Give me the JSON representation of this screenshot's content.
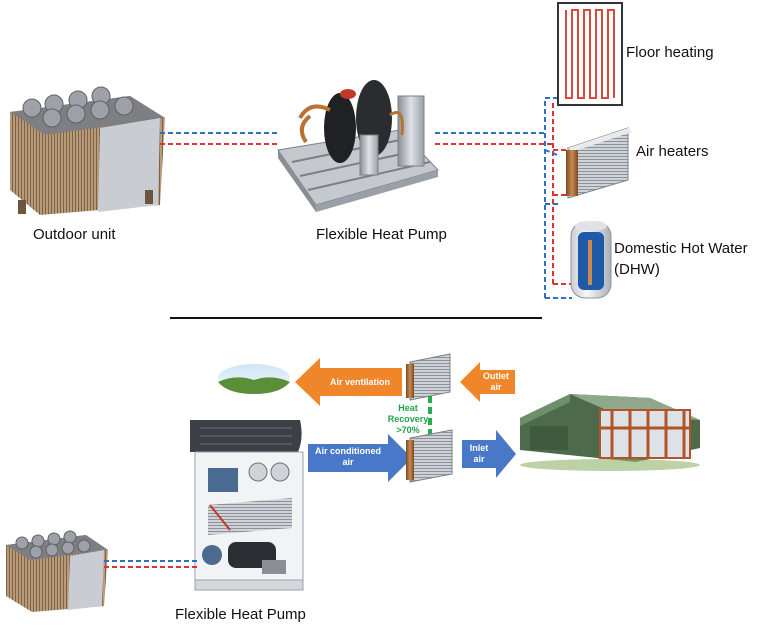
{
  "top": {
    "outdoor_label": "Outdoor unit",
    "heat_pump_label": "Flexible Heat Pump",
    "floor_heating_label": "Floor heating",
    "air_heaters_label": "Air heaters",
    "dhw_label_line1": "Domestic Hot Water",
    "dhw_label_line2": "(DHW)"
  },
  "bottom": {
    "heat_pump_label": "Flexible Heat Pump",
    "air_ventilation_label": "Air ventilation",
    "outlet_air_line1": "Outlet",
    "outlet_air_line2": "air",
    "air_conditioned_line1": "Air conditioned",
    "air_conditioned_line2": "air",
    "inlet_air_line1": "Inlet",
    "inlet_air_line2": "air",
    "heat_recovery_line1": "Heat",
    "heat_recovery_line2": "Recovery",
    "heat_recovery_line3": ">70%"
  },
  "colors": {
    "pipe_hot": "#e03030",
    "pipe_cold": "#2f6fc4",
    "arrow_orange": "#f0862a",
    "arrow_blue": "#4a78c8",
    "recovery_green": "#22b04a"
  }
}
